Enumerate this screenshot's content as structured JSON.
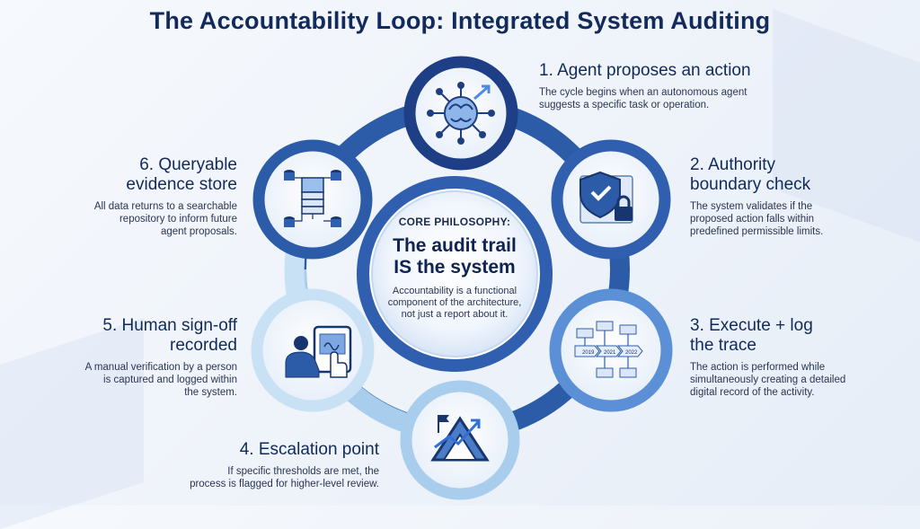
{
  "title": "The Accountability Loop: Integrated System Auditing",
  "core": {
    "label": "CORE PHILOSOPHY:",
    "main_line1": "The audit trail",
    "main_line2": "IS the system",
    "sub_line1": "Accountability is a functional",
    "sub_line2": "component of the architecture,",
    "sub_line3": "not just a report about it."
  },
  "steps": [
    {
      "head_lines": [
        "1. Agent proposes an action"
      ],
      "desc_lines": [
        "The cycle begins when an autonomous agent",
        "suggests a specific task or operation."
      ],
      "icon": "brain-network-icon"
    },
    {
      "head_lines": [
        "2. Authority",
        "boundary check"
      ],
      "desc_lines": [
        "The system validates if the",
        "proposed action falls within",
        "predefined permissible limits."
      ],
      "icon": "shield-lock-icon"
    },
    {
      "head_lines": [
        "3. Execute + log",
        "the trace"
      ],
      "desc_lines": [
        "The action is performed while",
        "simultaneously creating a detailed",
        "digital record of the activity."
      ],
      "icon": "flow-trace-icon"
    },
    {
      "head_lines": [
        "4. Escalation point"
      ],
      "desc_lines": [
        "If specific thresholds are met, the",
        "process is flagged for higher-level review."
      ],
      "icon": "mountain-flag-icon"
    },
    {
      "head_lines": [
        "5. Human sign-off",
        "recorded"
      ],
      "desc_lines": [
        "A manual verification by a person",
        "is captured and logged within",
        "the system."
      ],
      "icon": "person-tablet-icon"
    },
    {
      "head_lines": [
        "6. Queryable",
        "evidence store"
      ],
      "desc_lines": [
        "All data returns to a searchable",
        "repository to inform future",
        "agent proposals."
      ],
      "icon": "database-icon"
    }
  ],
  "flow_labels": [
    "2019",
    "2021",
    "2022"
  ],
  "colors": {
    "navy": "#17356f",
    "blue": "#2f5fae",
    "mid": "#5b8fd6",
    "light": "#a9cdec",
    "pale": "#c9e1f4"
  }
}
